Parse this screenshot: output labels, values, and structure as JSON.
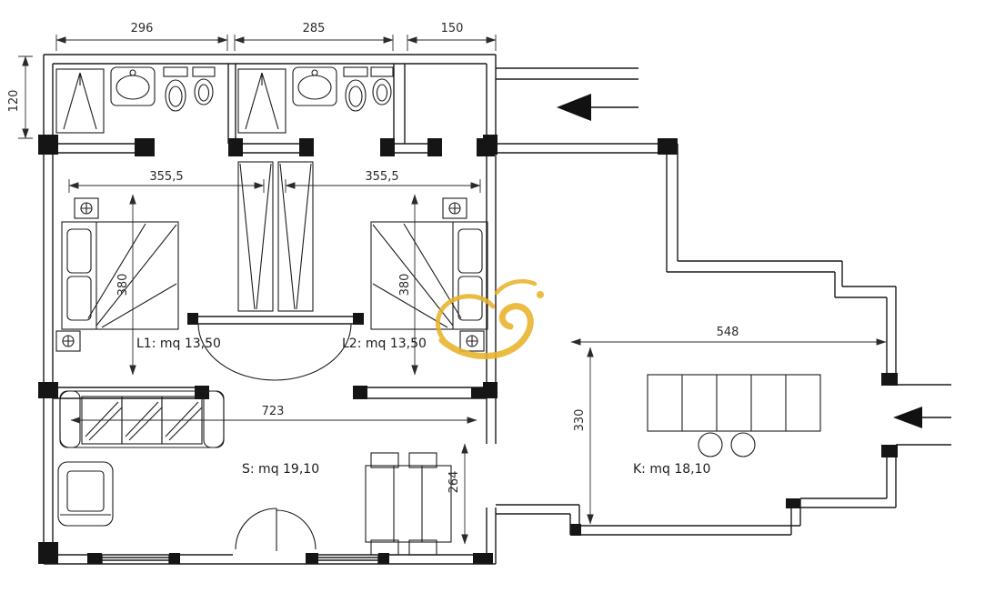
{
  "rooms": {
    "bedroom1_label": "L1: mq 13,50",
    "bedroom2_label": "L2: mq 13,50",
    "living_label": "S: mq 19,10",
    "kitchen_label": "K: mq 18,10"
  },
  "dimensions": {
    "bath1_width": "296",
    "bath2_width": "285",
    "entry_width": "150",
    "bath_depth": "120",
    "bedroom1_width": "355,5",
    "bedroom2_width": "355,5",
    "bedroom1_depth": "380",
    "bedroom2_depth": "380",
    "living_width": "723",
    "living_depth": "264",
    "kitchen_width": "548",
    "kitchen_depth": "330"
  },
  "colors": {
    "line": "#1c1c1c",
    "dim": "#2b2b2b",
    "watermark": "#E8B32A"
  }
}
